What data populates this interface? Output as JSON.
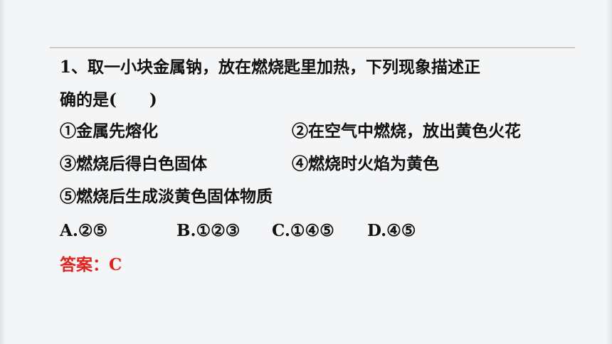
{
  "question": {
    "line1": "1、取一小块金属钠，放在燃烧匙里加热，下列现象描述正",
    "line2": "确的是(　　)"
  },
  "options": {
    "o1": "①金属先熔化",
    "o2": "②在空气中燃烧，放出黄色火花",
    "o3": "③燃烧后得白色固体",
    "o4": "④燃烧时火焰为黄色",
    "o5": "⑤燃烧后生成淡黄色固体物质"
  },
  "choices": {
    "a": "A.②⑤",
    "b": "B.①②③",
    "c": "C.①④⑤",
    "d": "D.④⑤"
  },
  "answer": "答案：C",
  "colors": {
    "text": "#111111",
    "answer": "#e0241d",
    "background": "#f4f5f7",
    "rule": "#c9c9c9"
  }
}
